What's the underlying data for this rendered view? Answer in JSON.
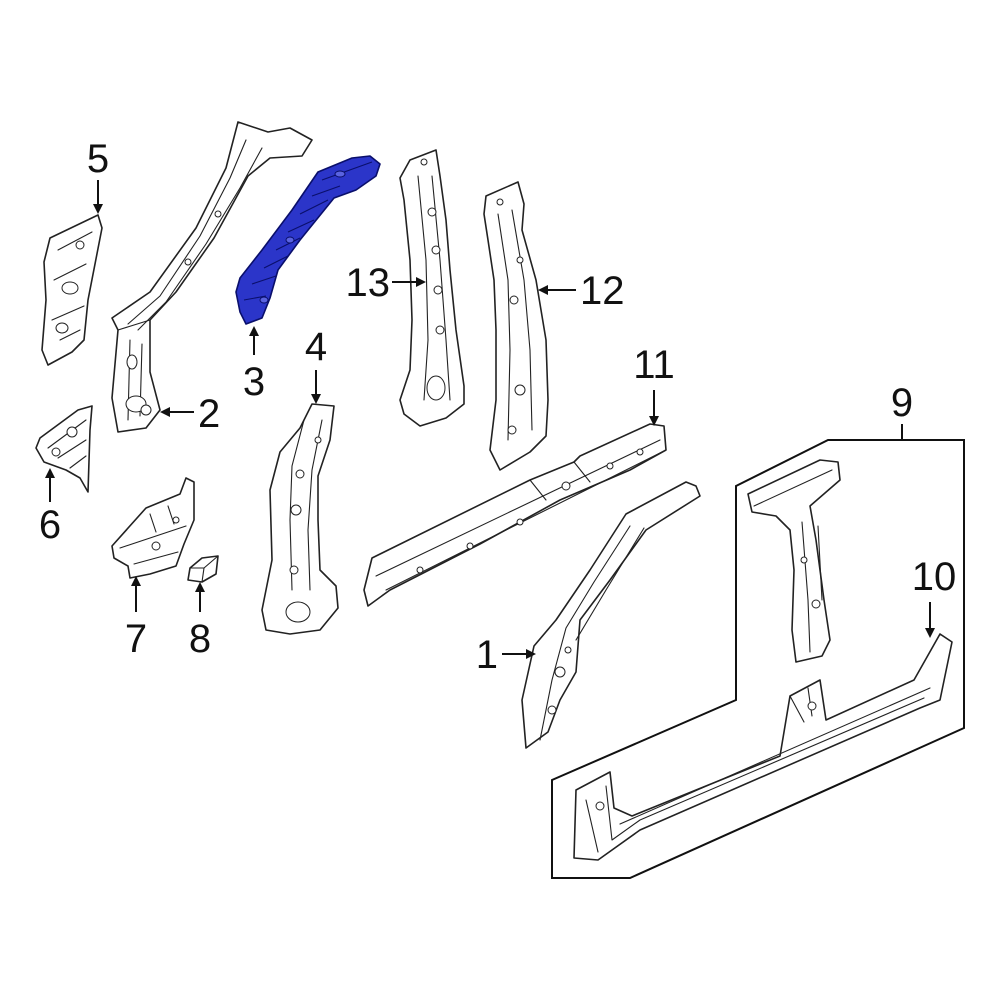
{
  "callouts": {
    "p1": "1",
    "p2": "2",
    "p3": "3",
    "p4": "4",
    "p5": "5",
    "p6": "6",
    "p7": "7",
    "p8": "8",
    "p9": "9",
    "p10": "10",
    "p11": "11",
    "p12": "12",
    "p13": "13"
  },
  "highlighted_part": "3",
  "colors": {
    "highlight": "#2b35c9",
    "line": "#222222",
    "background": "#ffffff"
  }
}
